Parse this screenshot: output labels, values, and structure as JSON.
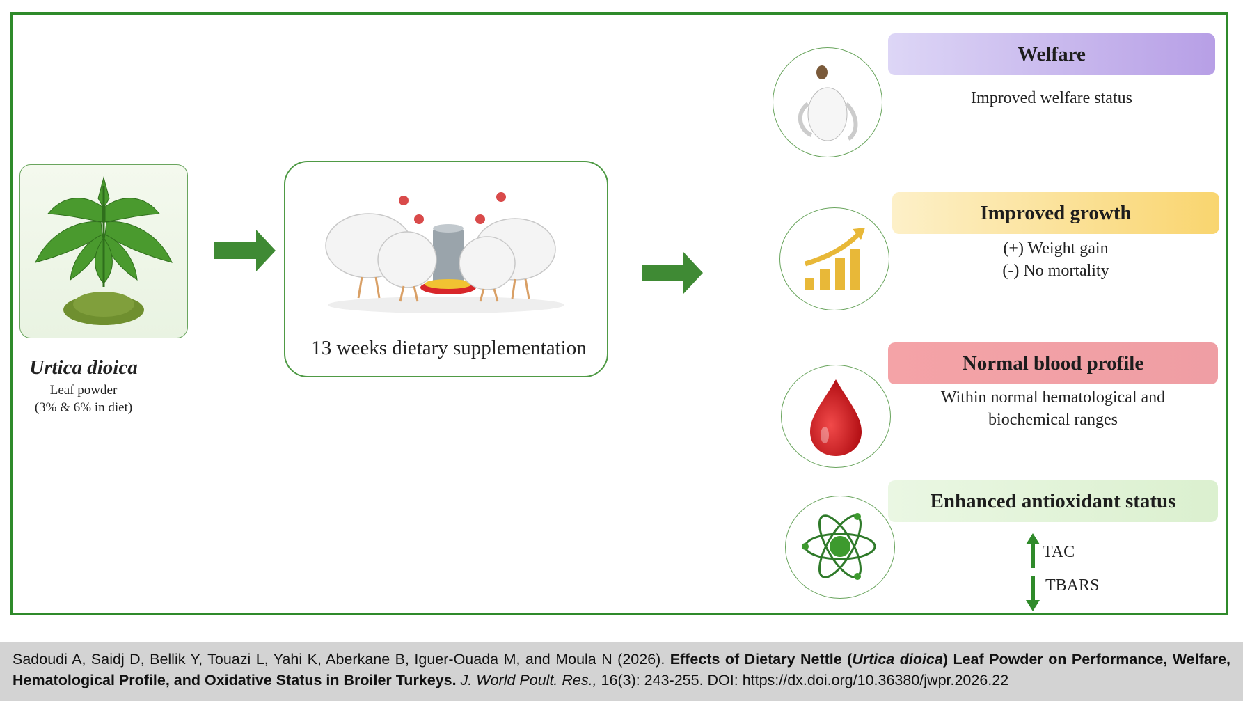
{
  "input": {
    "species": "Urtica dioica",
    "form": "Leaf powder",
    "dose": "(3% & 6% in diet)"
  },
  "treatment": {
    "label": "13 weeks dietary supplementation"
  },
  "outcomes": [
    {
      "title": "Welfare",
      "lines": [
        "Improved welfare status"
      ],
      "icon": "chicken-icon"
    },
    {
      "title": "Improved growth",
      "lines": [
        "(+) Weight gain",
        "(-) No mortality"
      ],
      "icon": "growth-chart-icon"
    },
    {
      "title": "Normal blood profile",
      "lines": [
        "Within normal hematological and",
        "biochemical ranges"
      ],
      "icon": "blood-drop-icon"
    },
    {
      "title": "Enhanced antioxidant status",
      "lines": [
        "TAC",
        "TBARS"
      ],
      "icon": "atom-icon"
    }
  ],
  "colors": {
    "frame": "#2f8a2a",
    "arrow": "#3f8a34",
    "welfare": "#b79fe6",
    "growth": "#f9d56f",
    "blood": "#ef9ea4",
    "antioxidant": "#dbf0cf",
    "up_arrow": "#2f8a2a",
    "down_arrow": "#2f8a2a"
  },
  "citation": {
    "authors": "Sadoudi A, Saidj D, Bellik Y, Touazi L, Yahi K, Aberkane B, Iguer-Ouada M, and Moula N (2026).",
    "title_part1": "Effects of Dietary Nettle (",
    "title_italic": "Urtica dioica",
    "title_part2": ") Leaf Powder on Performance, Welfare, Hematological Profile, and Oxidative Status in Broiler Turkeys.",
    "journal": "J. World Poult. Res.,",
    "volume": "16(3): 243-255. DOI: https://dx.doi.org/10.36380/jwpr.2026.22"
  }
}
